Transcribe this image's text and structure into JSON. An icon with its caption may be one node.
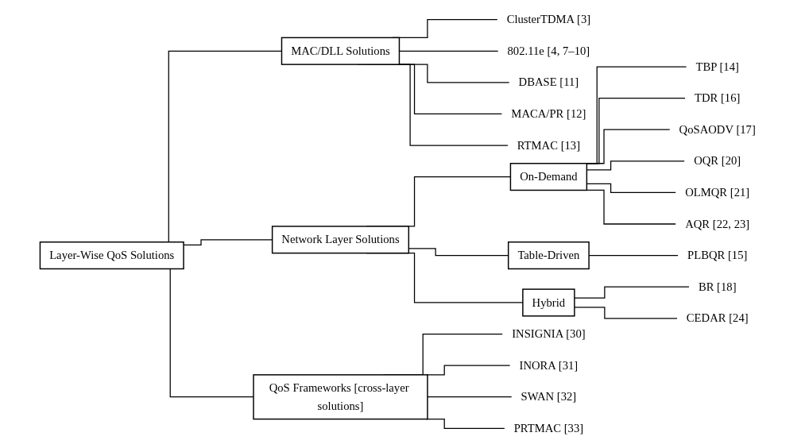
{
  "diagram": {
    "nodes": [
      {
        "text": [
          "Layer-Wise QoS Solutions"
        ]
      },
      {
        "text": [
          "MAC/DLL Solutions"
        ]
      },
      {
        "text": [
          "ClusterTDMA [3]"
        ]
      },
      {
        "text": [
          "802.11e [4, 7–10]"
        ]
      },
      {
        "text": [
          "DBASE [11]"
        ]
      },
      {
        "text": [
          "MACA/PR [12]"
        ]
      },
      {
        "text": [
          "RTMAC [13]"
        ]
      },
      {
        "text": [
          "Network Layer Solutions"
        ]
      },
      {
        "text": [
          "On-Demand"
        ]
      },
      {
        "text": [
          "TBP [14]"
        ]
      },
      {
        "text": [
          "TDR [16]"
        ]
      },
      {
        "text": [
          "QoSAODV [17]"
        ]
      },
      {
        "text": [
          "OQR [20]"
        ]
      },
      {
        "text": [
          "OLMQR [21]"
        ]
      },
      {
        "text": [
          "AQR [22, 23]"
        ]
      },
      {
        "text": [
          "Table-Driven"
        ]
      },
      {
        "text": [
          "PLBQR [15]"
        ]
      },
      {
        "text": [
          "Hybrid"
        ]
      },
      {
        "text": [
          "BR [18]"
        ]
      },
      {
        "text": [
          "CEDAR [24]"
        ]
      },
      {
        "text": [
          "QoS Frameworks [cross-layer solutions]"
        ]
      },
      {
        "text": [
          "INSIGNIA [30]"
        ]
      },
      {
        "text": [
          "INORA [31]"
        ]
      },
      {
        "text": [
          "SWAN [32]"
        ]
      },
      {
        "text": [
          "PRTMAC [33]"
        ]
      }
    ],
    "edges": [
      {
        "from": 0,
        "to": 1,
        "arrow": "none"
      },
      {
        "from": 0,
        "to": 7,
        "arrow": "none"
      },
      {
        "from": 0,
        "to": 20,
        "arrow": "none"
      },
      {
        "from": 1,
        "to": 2,
        "arrow": "none"
      },
      {
        "from": 1,
        "to": 3,
        "arrow": "none"
      },
      {
        "from": 1,
        "to": 4,
        "arrow": "none"
      },
      {
        "from": 1,
        "to": 5,
        "arrow": "none"
      },
      {
        "from": 1,
        "to": 6,
        "arrow": "none"
      },
      {
        "from": 7,
        "to": 8,
        "arrow": "none"
      },
      {
        "from": 7,
        "to": 15,
        "arrow": "none"
      },
      {
        "from": 7,
        "to": 17,
        "arrow": "none"
      },
      {
        "from": 8,
        "to": 9,
        "arrow": "none"
      },
      {
        "from": 8,
        "to": 10,
        "arrow": "none"
      },
      {
        "from": 8,
        "to": 11,
        "arrow": "none"
      },
      {
        "from": 8,
        "to": 12,
        "arrow": "none"
      },
      {
        "from": 8,
        "to": 13,
        "arrow": "none"
      },
      {
        "from": 8,
        "to": 14,
        "arrow": "none"
      },
      {
        "from": 15,
        "to": 16,
        "arrow": "none"
      },
      {
        "from": 17,
        "to": 18,
        "arrow": "none"
      },
      {
        "from": 17,
        "to": 19,
        "arrow": "none"
      },
      {
        "from": 20,
        "to": 21,
        "arrow": "none"
      },
      {
        "from": 20,
        "to": 22,
        "arrow": "none"
      },
      {
        "from": 20,
        "to": 23,
        "arrow": "none"
      },
      {
        "from": 20,
        "to": 24,
        "arrow": "none"
      }
    ]
  }
}
